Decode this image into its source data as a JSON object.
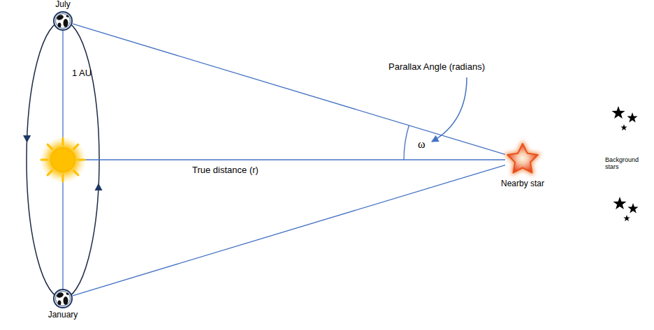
{
  "diagram": {
    "nodes": [
      {
        "text": [
          "July"
        ]
      },
      {
        "text": [
          "January"
        ]
      },
      {
        "text": [
          "Nearby star"
        ]
      }
    ],
    "edges": [
      {
        "from": 0,
        "to": 2,
        "arrow": "none"
      },
      {
        "from": 1,
        "to": 2,
        "arrow": "none"
      }
    ],
    "labels": [
      "1 AU",
      "True distance (r)",
      "Parallax Angle (radians)",
      "ω",
      "Background stars"
    ]
  }
}
